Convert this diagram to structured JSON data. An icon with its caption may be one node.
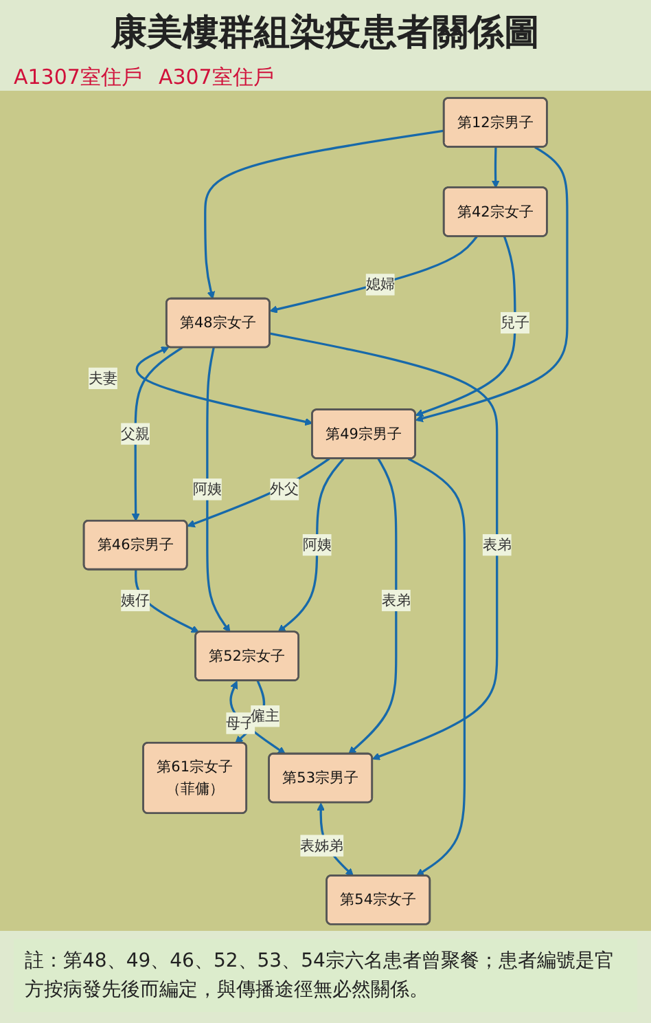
{
  "diagram": {
    "title": "康美樓群組染疫患者關係圖",
    "nodes": [
      {
        "text": [
          "第12宗男子"
        ]
      },
      {
        "text": [
          "第42宗女子"
        ]
      },
      {
        "text": [
          "第48宗女子"
        ]
      },
      {
        "text": [
          "第49宗男子"
        ]
      },
      {
        "text": [
          "第46宗男子"
        ]
      },
      {
        "text": [
          "第52宗女子"
        ]
      },
      {
        "text": [
          "第53宗男子"
        ]
      },
      {
        "text": [
          "第54宗女子"
        ]
      },
      {
        "text": [
          "第61宗女子",
          "（菲傭）"
        ]
      }
    ],
    "edges": [
      {
        "from": 0,
        "to": 2,
        "arrow": "to"
      },
      {
        "from": 0,
        "to": 1,
        "arrow": "to"
      },
      {
        "from": 0,
        "to": 3,
        "arrow": "to"
      },
      {
        "from": 1,
        "to": 2,
        "arrow": "to",
        "label": "媳婦"
      },
      {
        "from": 1,
        "to": 3,
        "arrow": "to",
        "label": "兒子"
      },
      {
        "from": 2,
        "to": 3,
        "arrow": "both",
        "label": "夫妻"
      },
      {
        "from": 2,
        "to": 4,
        "arrow": "to",
        "label": "父親"
      },
      {
        "from": 2,
        "to": 5,
        "arrow": "to",
        "label": "阿姨"
      },
      {
        "from": 2,
        "to": 6,
        "arrow": "to",
        "label": "表弟"
      },
      {
        "from": 3,
        "to": 4,
        "arrow": "to",
        "label": "外父"
      },
      {
        "from": 3,
        "to": 5,
        "arrow": "to",
        "label": "阿姨"
      },
      {
        "from": 3,
        "to": 6,
        "arrow": "to",
        "label": "表弟"
      },
      {
        "from": 3,
        "to": 7,
        "arrow": "to"
      },
      {
        "from": 4,
        "to": 5,
        "arrow": "to",
        "label": "姨仔"
      },
      {
        "from": 5,
        "to": 6,
        "arrow": "both",
        "label": "母子"
      },
      {
        "from": 6,
        "to": 7,
        "arrow": "both",
        "label": "表姊弟"
      },
      {
        "from": 5,
        "to": 8,
        "arrow": "to",
        "label": "僱主"
      }
    ],
    "labels": [
      "A1307室住戶",
      "A307室住戶",
      "註：第48、49、46、52、53、54宗六名患者曾聚餐；患者編號是官方按病發先後而編定，與傳播途徑無必然關係。"
    ]
  }
}
